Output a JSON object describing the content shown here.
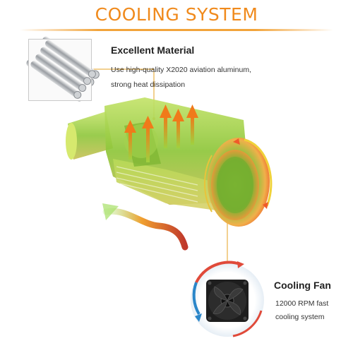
{
  "header": {
    "title": "COOLING SYSTEM"
  },
  "material": {
    "title": "Excellent Material",
    "description": "Use high-quality X2020 aviation aluminum, strong heat dissipation"
  },
  "fan": {
    "title": "Cooling Fan",
    "description": "12000 RPM fast cooling system"
  },
  "colors": {
    "accent": "#f08a1c",
    "housing": "#9ccc3c",
    "heat_arrow": "#f07a1a",
    "airflow_red": "#c0392b",
    "fan_ring_blue": "#2a86c9"
  }
}
